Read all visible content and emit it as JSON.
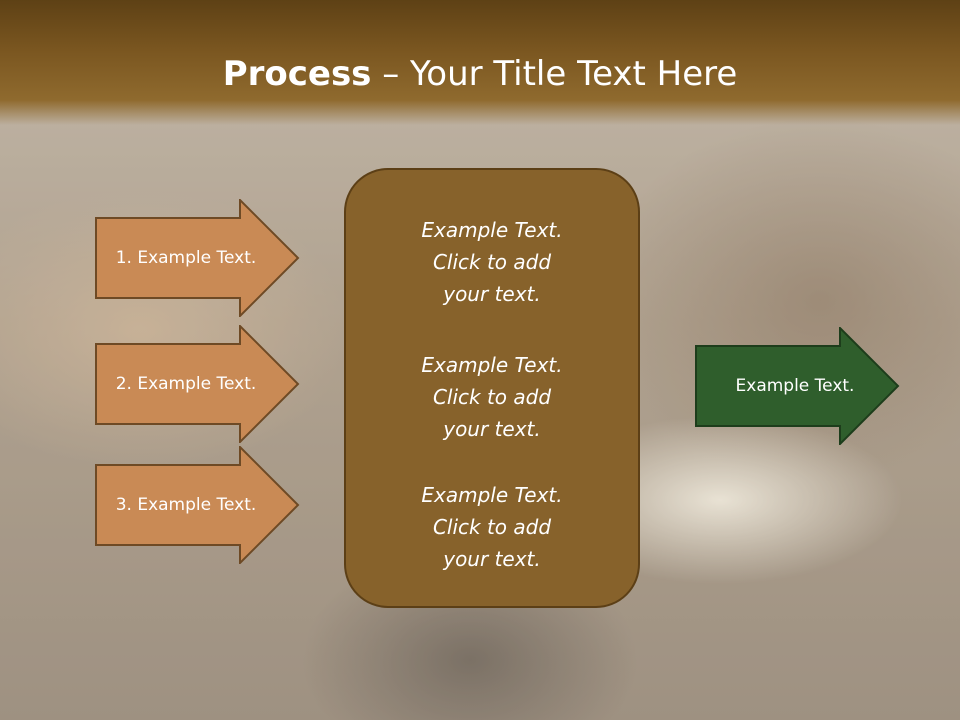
{
  "slide": {
    "title_bold": "Process",
    "title_rest": " – Your Title Text Here"
  },
  "steps": [
    {
      "label": "1. Example Text."
    },
    {
      "label": "2. Example Text."
    },
    {
      "label": "3. Example Text."
    }
  ],
  "center": {
    "blocks": [
      {
        "line1": "Example Text.",
        "line2": "Click  to add",
        "line3": "your text."
      },
      {
        "line1": "Example Text.",
        "line2": "Click  to add",
        "line3": "your text."
      },
      {
        "line1": "Example Text.",
        "line2": "Click  to add",
        "line3": "your text."
      }
    ]
  },
  "output": {
    "label": "Example Text."
  },
  "colors": {
    "title_band": "#7a5620",
    "step_arrow_fill": "#c98a55",
    "step_arrow_border": "#6e4a25",
    "center_fill": "#87622b",
    "output_fill": "#2f5e2c"
  }
}
